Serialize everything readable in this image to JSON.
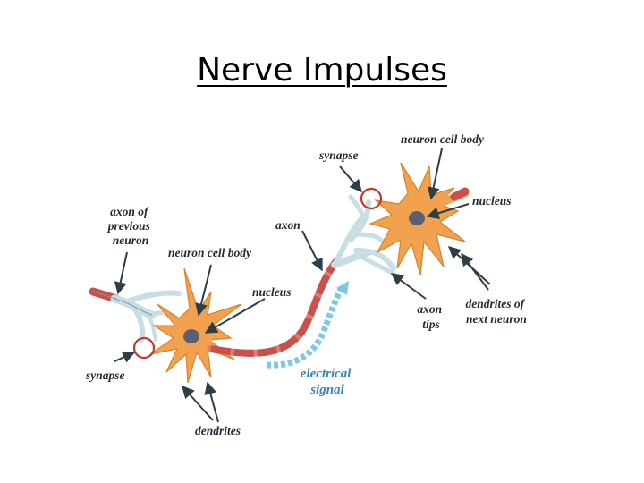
{
  "title": "Nerve Impulses",
  "labels": {
    "axon_of_previous_neuron": [
      "axon of",
      "previous",
      "neuron"
    ],
    "neuron_cell_body_left": "neuron cell body",
    "nucleus_left": "nucleus",
    "synapse_left": "synapse",
    "dendrites": "dendrites",
    "axon": "axon",
    "electrical_signal": [
      "electrical",
      "signal"
    ],
    "synapse_right": "synapse",
    "neuron_cell_body_right": "neuron cell body",
    "nucleus_right": "nucleus",
    "axon_tips": [
      "axon",
      "tips"
    ],
    "dendrites_of_next_neuron": [
      "dendrites of",
      "next neuron"
    ]
  },
  "colors": {
    "cell_body": "#f2a24f",
    "cell_outline": "#d9822b",
    "nucleus": "#5a5f73",
    "axon_pink": "#e07a78",
    "axon_segment": "#c9504c",
    "axon_terminal": "#c9dde4",
    "signal": "#7ec8e6",
    "synapse_circle": "#c0392b",
    "arrow": "#2f3d45"
  }
}
